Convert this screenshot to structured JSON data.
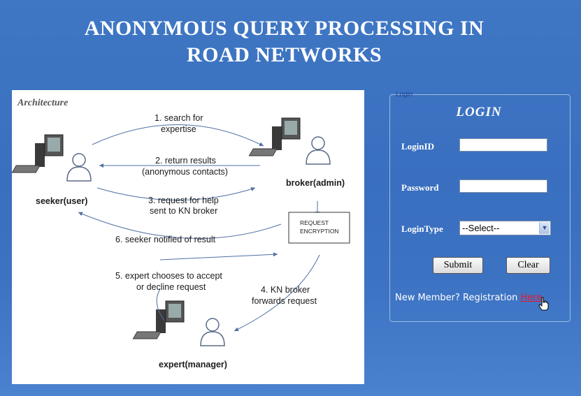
{
  "title_line1": "ANONYMOUS QUERY PROCESSING IN",
  "title_line2": "ROAD NETWORKS",
  "architecture": {
    "heading": "Architecture",
    "seeker": "seeker(user)",
    "broker": "broker(admin)",
    "expert": "expert(manager)",
    "step1_a": "1. search for",
    "step1_b": "expertise",
    "step2_a": "2. return results",
    "step2_b": "(anonymous contacts)",
    "step3_a": "3. request for help",
    "step3_b": "sent to KN broker",
    "step4_a": "4. KN broker",
    "step4_b": "forwards request",
    "step5_a": "5. expert chooses to accept",
    "step5_b": "or decline request",
    "step6": "6. seeker notified of result",
    "box_a": "REQUEST",
    "box_b": "ENCRYPTION"
  },
  "login": {
    "legend": "Login",
    "heading": "LOGIN",
    "loginid_label": "LoginID",
    "loginid_value": "",
    "password_label": "Password",
    "password_value": "",
    "logintype_label": "LoginType",
    "logintype_selected": "--Select--",
    "submit": "Submit",
    "clear": "Clear",
    "register_text": "New Member? Registration ",
    "register_link": "Here"
  },
  "colors": {
    "background": "#3f77c4",
    "link": "#e8192c",
    "arrow": "#4f6fa3"
  },
  "icons": [
    "computer-icon",
    "user-icon",
    "hand-cursor-icon",
    "chevron-down-icon"
  ]
}
